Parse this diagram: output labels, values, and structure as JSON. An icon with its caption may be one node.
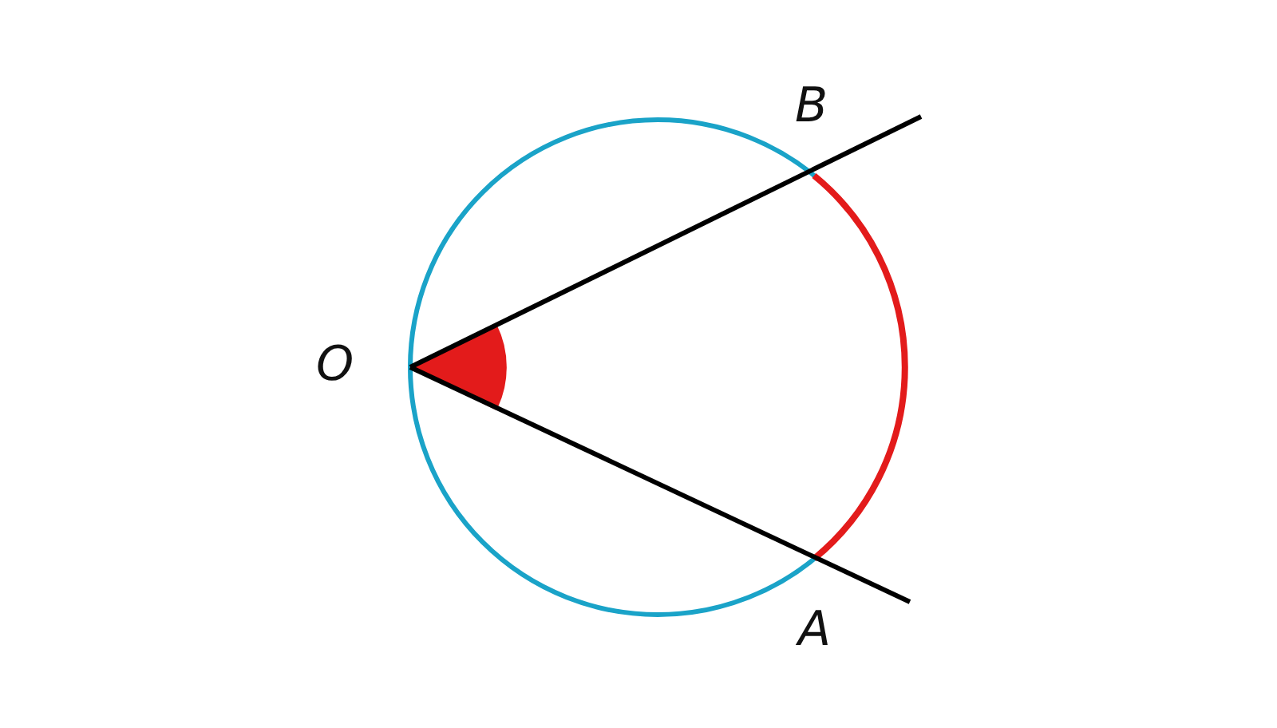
{
  "diagram": {
    "labels": [
      "B",
      "O",
      "A"
    ]
  }
}
